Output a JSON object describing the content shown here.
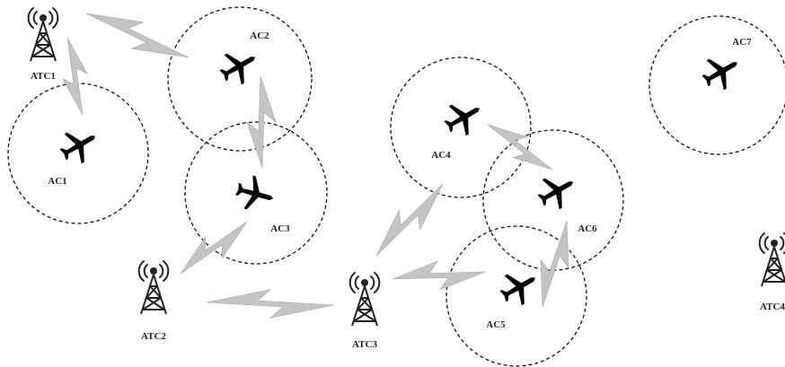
{
  "colors": {
    "plane": "#000000",
    "tower": "#222222",
    "link": "#c4c4c4",
    "link_stroke": "#a8a8a8",
    "range_circle": "#111111"
  },
  "icons": {
    "aircraft": "airplane-icon",
    "station": "radio-tower-icon",
    "link": "lightning-bolt-icon"
  },
  "aircraft": [
    {
      "id": "ac1",
      "label": "AC1"
    },
    {
      "id": "ac2",
      "label": "AC2"
    },
    {
      "id": "ac3",
      "label": "AC3"
    },
    {
      "id": "ac4",
      "label": "AC4"
    },
    {
      "id": "ac5",
      "label": "AC5"
    },
    {
      "id": "ac6",
      "label": "AC6"
    },
    {
      "id": "ac7",
      "label": "AC7"
    }
  ],
  "stations": [
    {
      "id": "atc1",
      "label": "ATC1"
    },
    {
      "id": "atc2",
      "label": "ATC2"
    },
    {
      "id": "atc3",
      "label": "ATC3"
    },
    {
      "id": "atc4",
      "label": "ATC4"
    }
  ],
  "links": [
    {
      "from": "atc1",
      "to": "ac2"
    },
    {
      "from": "atc1",
      "to": "ac1"
    },
    {
      "from": "ac2",
      "to": "ac3"
    },
    {
      "from": "ac3",
      "to": "atc2"
    },
    {
      "from": "atc2",
      "to": "atc3"
    },
    {
      "from": "atc3",
      "to": "ac4"
    },
    {
      "from": "atc3",
      "to": "ac5"
    },
    {
      "from": "ac4",
      "to": "ac6"
    },
    {
      "from": "ac6",
      "to": "ac5"
    }
  ]
}
